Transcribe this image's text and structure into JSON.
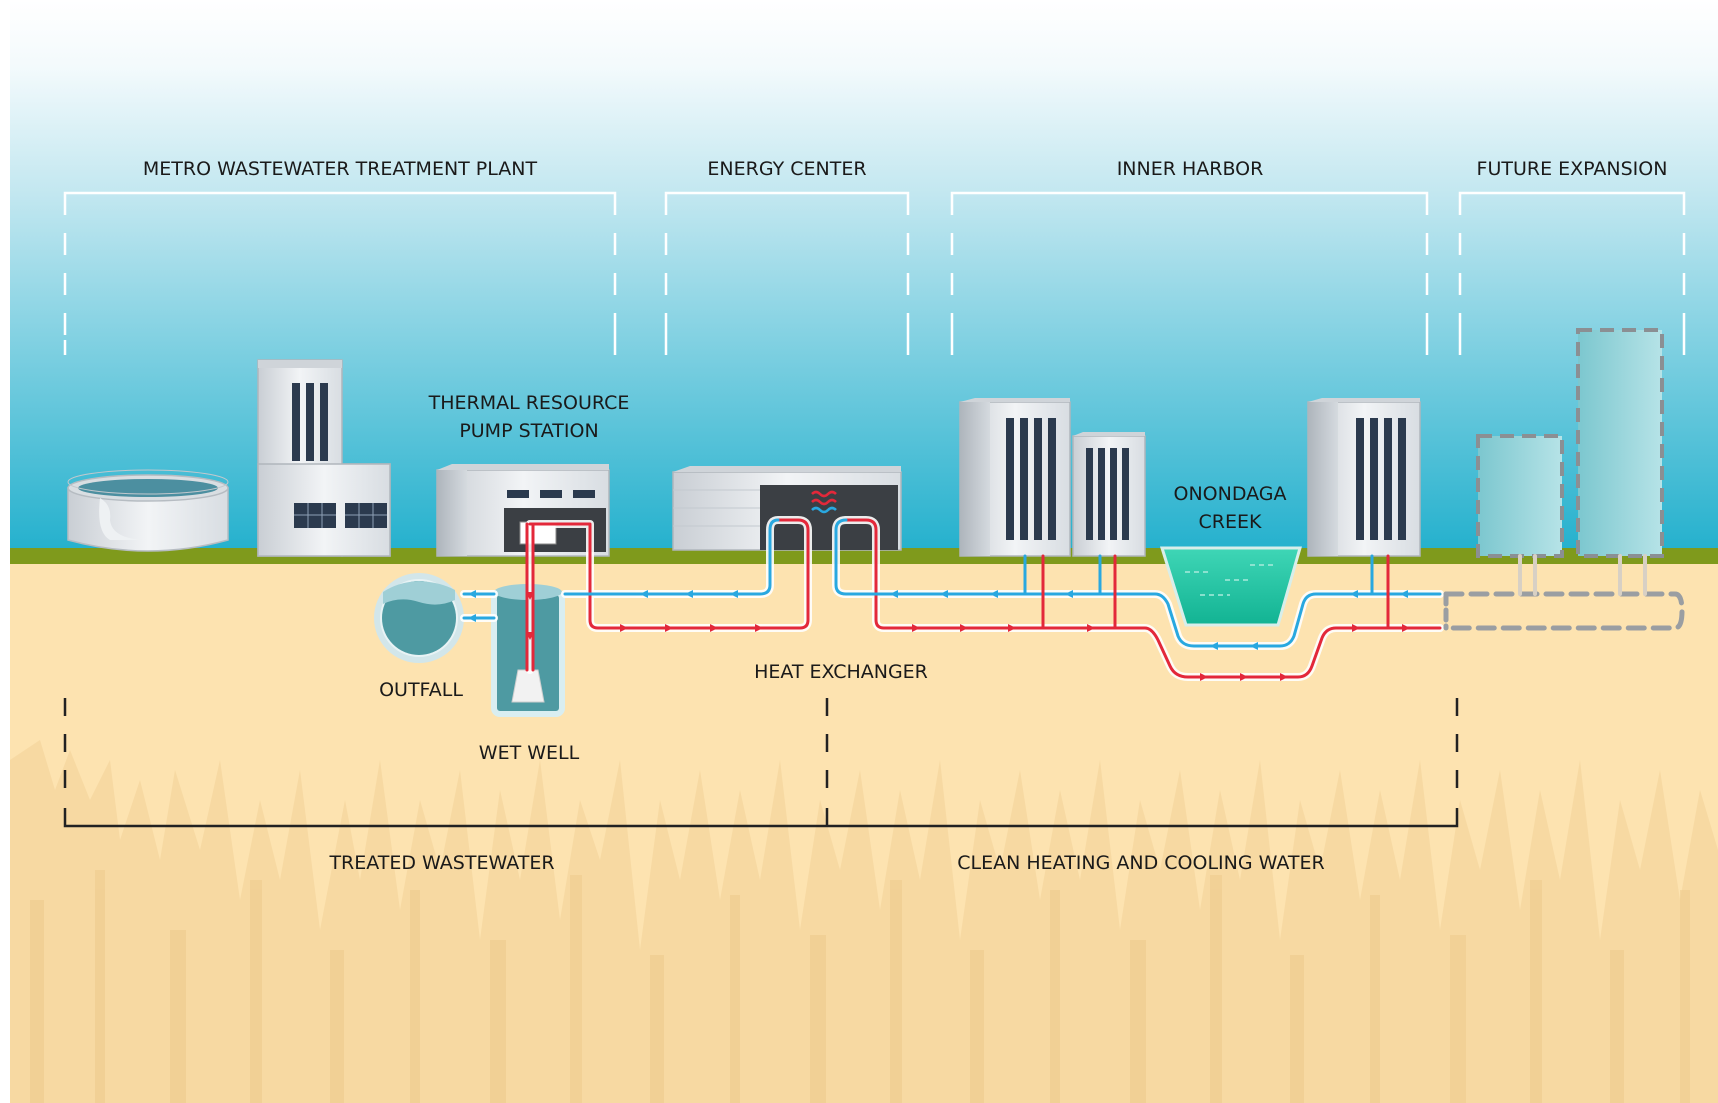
{
  "colors": {
    "sky_top": "#ffffff",
    "sky_bottom": "#2ab3cf",
    "grass": "#7f9a1c",
    "soil": "#fde3b0",
    "cold_pipe": "#29a8e0",
    "warm_pipe": "#e3283a",
    "creek_water": "#1bbfa0",
    "future_building": "#8fd3d8",
    "bracket": "#ffffff",
    "ground_bracket": "#222222"
  },
  "regions": {
    "treatment_plant": "METRO WASTEWATER TREATMENT PLANT",
    "energy_center": "ENERGY CENTER",
    "inner_harbor": "INNER HARBOR",
    "future_expansion": "FUTURE EXPANSION"
  },
  "components": {
    "pump_station_line1": "THERMAL RESOURCE",
    "pump_station_line2": "PUMP STATION",
    "creek_line1": "ONONDAGA",
    "creek_line2": "CREEK",
    "outfall": "OUTFALL",
    "wet_well": "WET WELL",
    "heat_exchanger": "HEAT EXCHANGER"
  },
  "ground_sections": {
    "treated_wastewater": "TREATED WASTEWATER",
    "clean_water": "CLEAN HEATING AND COOLING WATER"
  },
  "icons": [
    "clarifier-tank-icon",
    "office-building-icon",
    "pump-station-icon",
    "energy-center-icon",
    "wet-well-icon",
    "outfall-icon",
    "creek-icon",
    "flow-arrow-icon"
  ]
}
